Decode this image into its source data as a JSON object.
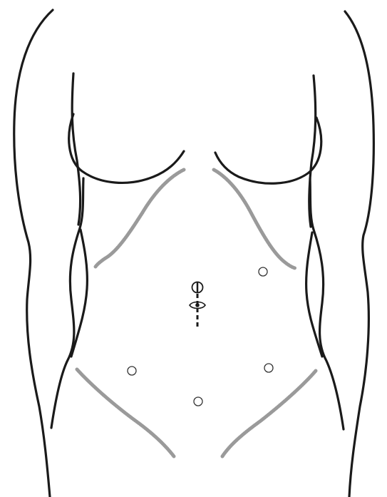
{
  "figure": {
    "colors": {
      "outline": "#1a1a1a",
      "rib_shading": "#9a9a9a",
      "port": "#333333",
      "background": "#ffffff"
    },
    "ports": [
      {
        "id": "upper-right"
      },
      {
        "id": "lower-left"
      },
      {
        "id": "lower-right"
      },
      {
        "id": "lower-center"
      }
    ],
    "incision": {
      "style": "dashed vertical umbilical",
      "icon": "camera-eye-icon"
    }
  }
}
